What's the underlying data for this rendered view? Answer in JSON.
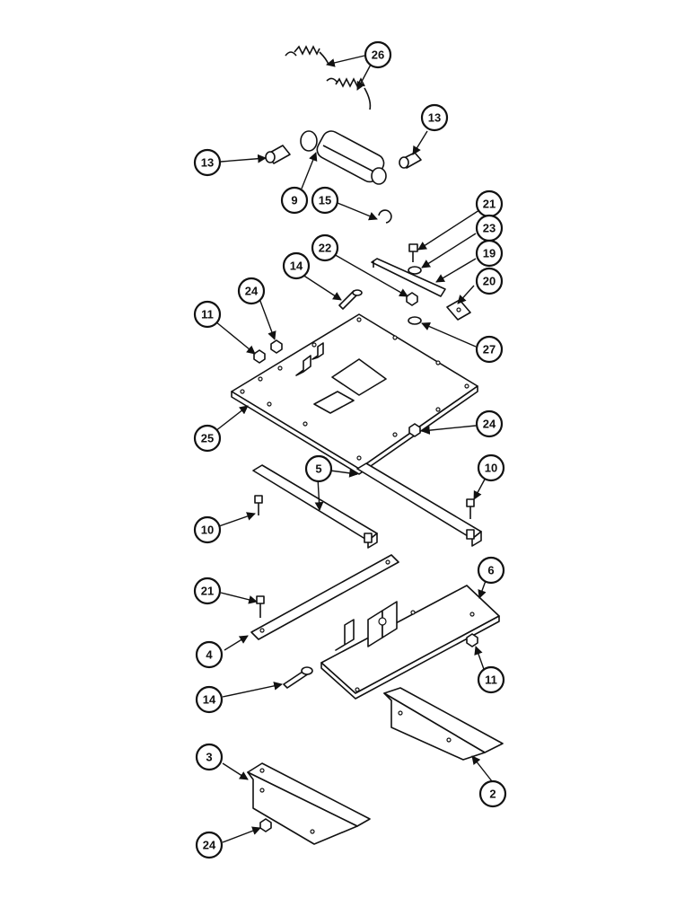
{
  "callouts": [
    {
      "id": "c26",
      "number": "26"
    },
    {
      "id": "c13a",
      "number": "13"
    },
    {
      "id": "c13b",
      "number": "13"
    },
    {
      "id": "c9",
      "number": "9"
    },
    {
      "id": "c15",
      "number": "15"
    },
    {
      "id": "c21a",
      "number": "21"
    },
    {
      "id": "c23",
      "number": "23"
    },
    {
      "id": "c19",
      "number": "19"
    },
    {
      "id": "c22",
      "number": "22"
    },
    {
      "id": "c20",
      "number": "20"
    },
    {
      "id": "c14a",
      "number": "14"
    },
    {
      "id": "c24a",
      "number": "24"
    },
    {
      "id": "c11a",
      "number": "11"
    },
    {
      "id": "c27",
      "number": "27"
    },
    {
      "id": "c25",
      "number": "25"
    },
    {
      "id": "c24b",
      "number": "24"
    },
    {
      "id": "c5",
      "number": "5"
    },
    {
      "id": "c10a",
      "number": "10"
    },
    {
      "id": "c10b",
      "number": "10"
    },
    {
      "id": "c6",
      "number": "6"
    },
    {
      "id": "c21b",
      "number": "21"
    },
    {
      "id": "c4",
      "number": "4"
    },
    {
      "id": "c11b",
      "number": "11"
    },
    {
      "id": "c14b",
      "number": "14"
    },
    {
      "id": "c3",
      "number": "3"
    },
    {
      "id": "c2",
      "number": "2"
    },
    {
      "id": "c24c",
      "number": "24"
    }
  ]
}
